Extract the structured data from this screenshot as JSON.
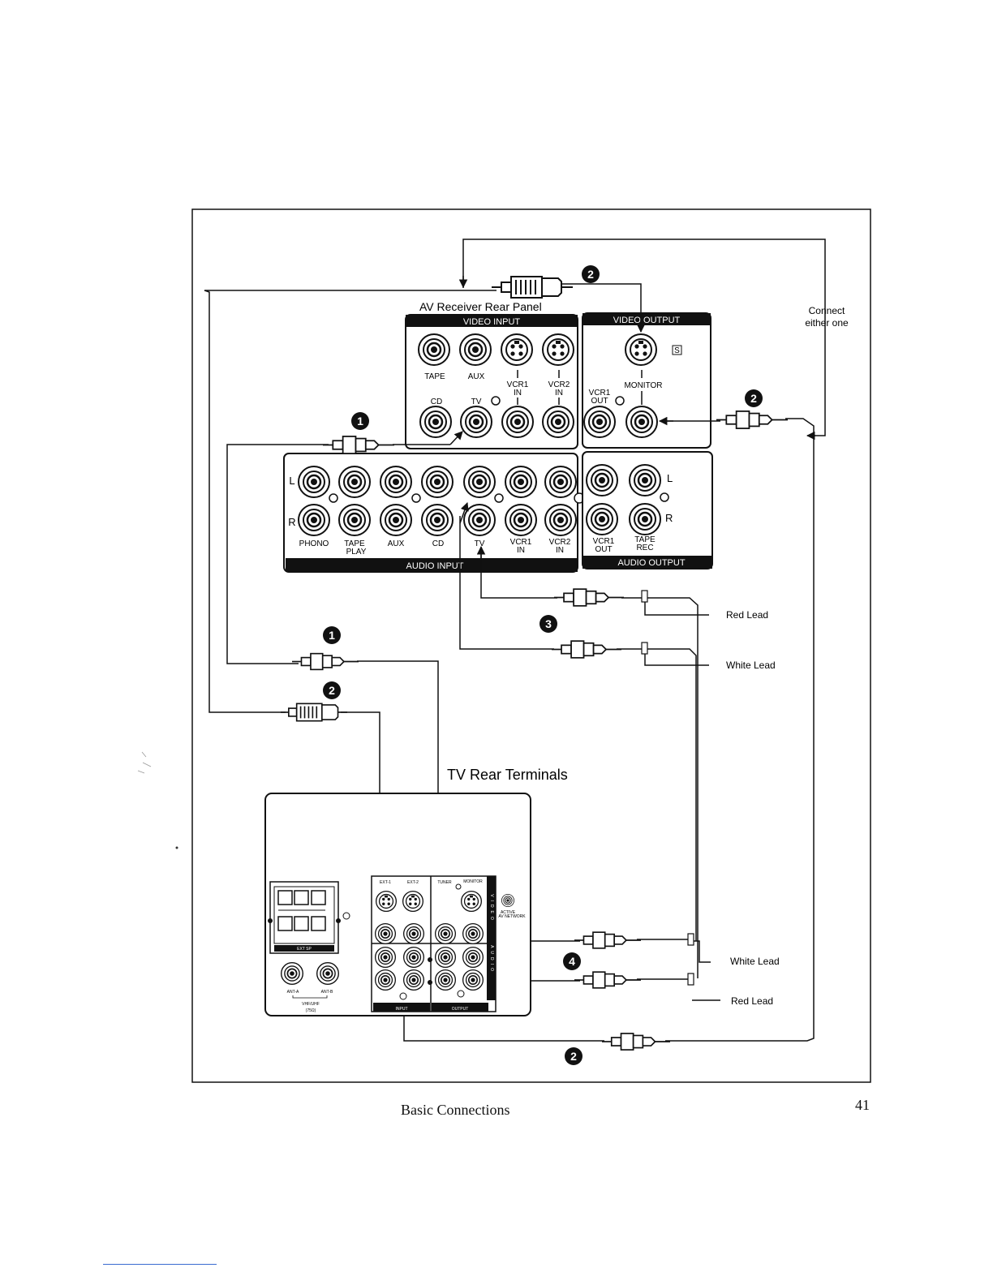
{
  "receiver": {
    "title": "AV Receiver Rear Panel",
    "video_input_band": "VIDEO INPUT",
    "video_output_band": "VIDEO OUTPUT",
    "audio_input_band": "AUDIO INPUT",
    "audio_output_band": "AUDIO OUTPUT",
    "video_top_labels": [
      "TAPE",
      "AUX"
    ],
    "vcr1_in_video": [
      "VCR1",
      "IN"
    ],
    "vcr2_in_video": [
      "VCR2",
      "IN"
    ],
    "video_bottom_labels": [
      "CD",
      "TV"
    ],
    "vcr1_out": [
      "VCR1",
      "OUT"
    ],
    "monitor": "MONITOR",
    "s_mark": "S",
    "channel_left": "L",
    "channel_right": "R",
    "audio_labels": {
      "phono": "PHONO",
      "tape_play": [
        "TAPE",
        "PLAY"
      ],
      "aux": "AUX",
      "cd": "CD",
      "tv": "TV",
      "vcr1_in": [
        "VCR1",
        "IN"
      ],
      "vcr2_in": [
        "VCR2",
        "IN"
      ],
      "vcr1_out": [
        "VCR1",
        "OUT"
      ],
      "tape_rec": [
        "TAPE",
        "REC"
      ]
    }
  },
  "tv": {
    "title": "TV Rear Terminals",
    "input_band": "INPUT",
    "output_band": "OUTPUT",
    "ext1": "EXT-1",
    "ext2": "EXT-2",
    "tuner": "TUNER",
    "monitor": "MONITOR",
    "video_vertical": "VIDEO",
    "audio_vertical": "AUDIO",
    "ant_a": "ANT-A",
    "ant_b": "ANT-B",
    "vhf_uhf": "VHF/UHF",
    "ohm": "(75Ω)",
    "ext_sp": "EXT SP",
    "active_av": [
      "ACTIVE",
      "AV NETWORK"
    ]
  },
  "callouts": {
    "connect_either": [
      "Connect",
      "either one"
    ],
    "red_lead": "Red Lead",
    "white_lead": "White Lead",
    "step1": "1",
    "step2": "2",
    "step3": "3",
    "step4": "4"
  },
  "footer": {
    "section": "Basic Connections",
    "page": "41"
  }
}
